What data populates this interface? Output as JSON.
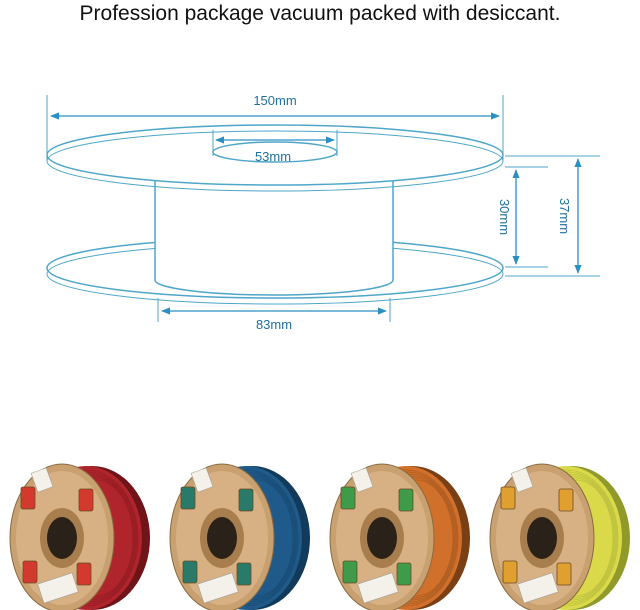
{
  "headline": "Profession package vacuum packed with desiccant.",
  "dimensions": {
    "flange_diameter": "150mm",
    "hole_diameter": "53mm",
    "core_diameter": "83mm",
    "inner_width": "30mm",
    "outer_width": "37mm"
  },
  "colors": {
    "line": "#4fa6c8",
    "arrow": "#2a8fc2",
    "label": "#1f6fa0"
  },
  "spools": [
    {
      "name": "red",
      "filament": "#b0242c",
      "filament_dark": "#6f1418",
      "box": "#d23a2e"
    },
    {
      "name": "blue",
      "filament": "#1f5a8a",
      "filament_dark": "#123a5a",
      "box": "#2a7a6a"
    },
    {
      "name": "orange",
      "filament": "#d0702a",
      "filament_dark": "#7a3f15",
      "box": "#3f9a4a"
    },
    {
      "name": "yellow",
      "filament": "#d9d94a",
      "filament_dark": "#8f9a2a",
      "box": "#e0a030"
    }
  ]
}
